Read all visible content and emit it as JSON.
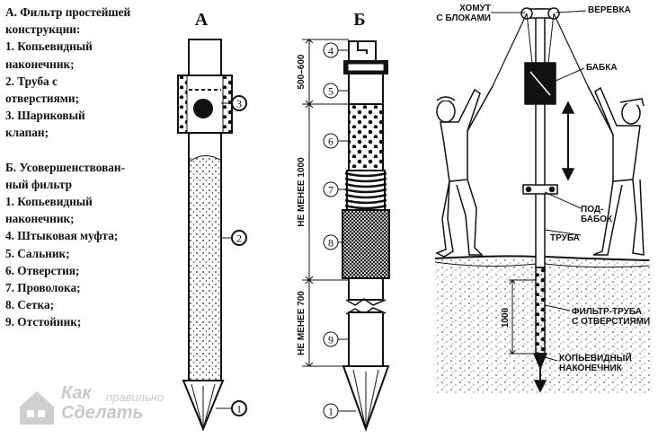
{
  "legend": {
    "section_a": [
      "А. Фильтр простейшей",
      "конструкции:",
      "1. Копьевидный",
      "наконечник;",
      "2. Труба с",
      "отверстиями;",
      "3. Шариковый",
      "клапан;"
    ],
    "section_b": [
      "Б. Усовершенствован-",
      "ный фильтр",
      "1. Копьевидный",
      "наконечник;",
      "4. Штыковая муфта;",
      "5. Сальник;",
      "6. Отверстия;",
      "7. Проволока;",
      "8. Сетка;",
      "9. Отстойник;"
    ]
  },
  "figure_a": {
    "title": "А",
    "callouts": [
      "3",
      "2",
      "1"
    ]
  },
  "figure_b": {
    "title": "Б",
    "callouts": [
      "4",
      "5",
      "6",
      "7",
      "8",
      "9",
      "1"
    ],
    "dims": [
      "500–600",
      "НЕ МЕНЕЕ 1000",
      "НЕ МЕНЕЕ 700"
    ]
  },
  "figure_c": {
    "labels": {
      "clamp": [
        "ХОМУТ",
        "С БЛОКАМИ"
      ],
      "rope": "ВЕРЕВКА",
      "hammer": "БАБКА",
      "sub_hammer": [
        "ПОД-",
        "БАБОК"
      ],
      "pipe": "ТРУБА",
      "filter_pipe": [
        "ФИЛЬТР-ТРУБА",
        "С ОТВЕРСТИЯМИ"
      ],
      "tip": [
        "КОПЬЕВИДНЫЙ",
        "НАКОНЕЧНИК"
      ],
      "dim": "1000"
    }
  },
  "watermark": {
    "line1": "Как",
    "line2": "правильно",
    "line3": "Сделать"
  }
}
